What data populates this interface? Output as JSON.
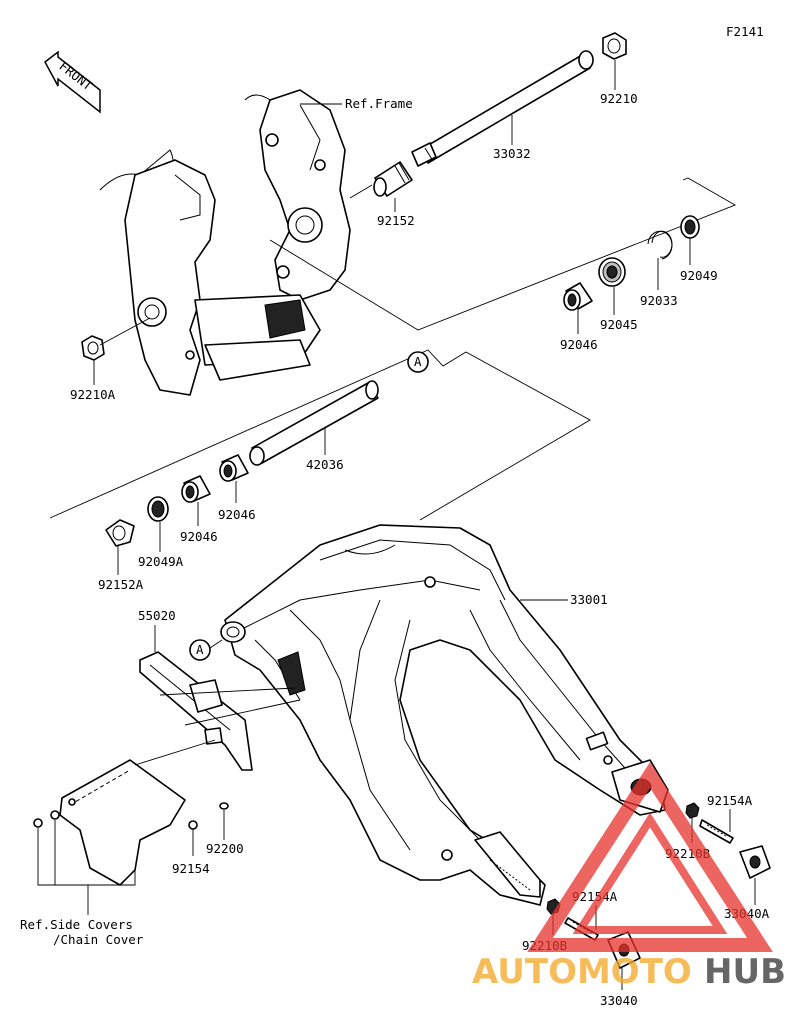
{
  "figure_code": "F2141",
  "front_label": "FRONT",
  "ref_frame": "Ref.Frame",
  "ref_side_covers_line1": "Ref.Side Covers",
  "ref_side_covers_line2": "/Chain Cover",
  "callout_a": "A",
  "parts": {
    "p92210": "92210",
    "p33032": "33032",
    "p92152": "92152",
    "p92210A": "92210A",
    "p92049": "92049",
    "p92033": "92033",
    "p92045": "92045",
    "p92046_upper": "92046",
    "p42036": "42036",
    "p92046_mid": "92046",
    "p92046_low": "92046",
    "p92049A": "92049A",
    "p92152A": "92152A",
    "p33001": "33001",
    "p55020": "55020",
    "p92154A_right": "92154A",
    "p92210B_right": "92210B",
    "p33040A": "33040A",
    "p92154": "92154",
    "p92200": "92200",
    "p92154A_low": "92154A",
    "p92210B_low": "92210B",
    "p33040": "33040"
  },
  "watermark": {
    "text_part1": "AUTOMOTO",
    "text_part2": "HUB",
    "color_red": "#e8322b",
    "color_orange": "#f5a623",
    "color_dark": "#333333"
  }
}
